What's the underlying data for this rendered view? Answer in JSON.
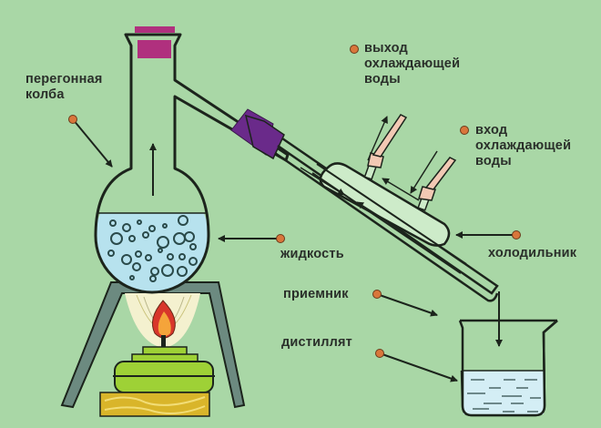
{
  "diagram": {
    "title": "Distillation apparatus",
    "labels": {
      "flask": "перегонная\nколба",
      "water_out": "выход\nохлаждающей\nводы",
      "water_in": "вход\nохлаждающей\nводы",
      "liquid": "жидкость",
      "condenser": "холодильник",
      "receiver": "приемник",
      "distillate": "дистиллят"
    },
    "colors": {
      "background": "#a9d7a6",
      "outline": "#1c241c",
      "liquid": "#b7e2ee",
      "stopper_top": "#b0307e",
      "stopper_side": "#6a2a8a",
      "hose": "#f2c9b4",
      "burner": "#9ed136",
      "wood": "#d9b52a",
      "tripod": "#6c8a80",
      "dot": "#d9763b",
      "flame_outer": "#d8362a",
      "flame_inner": "#f5a43a",
      "glow": "#f4f1cf"
    }
  }
}
